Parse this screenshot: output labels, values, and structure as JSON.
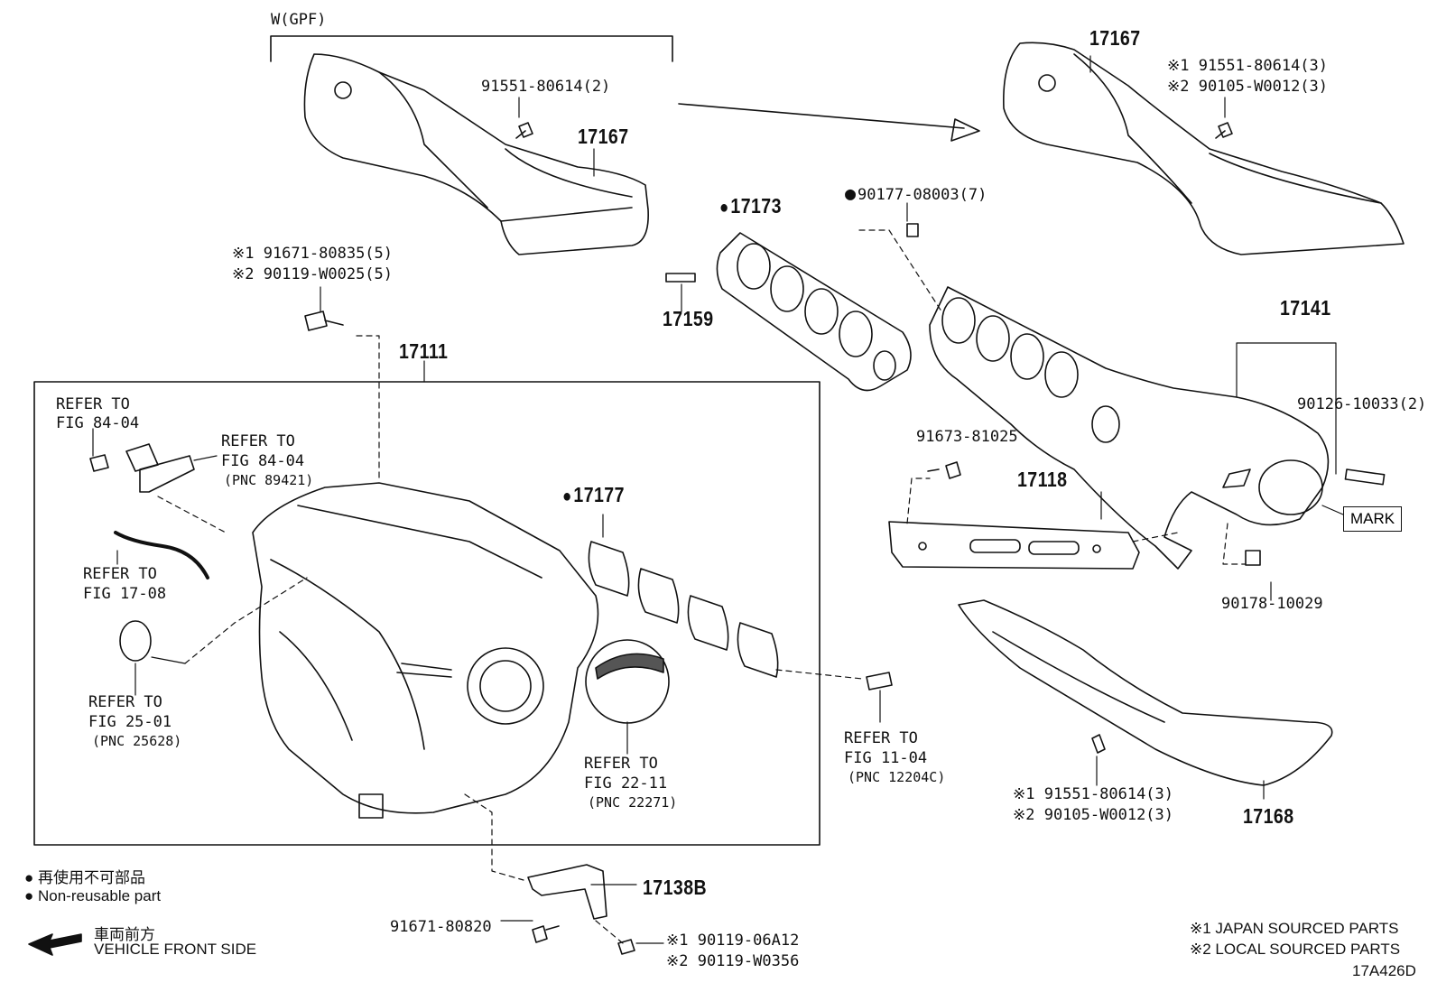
{
  "labels": {
    "w_gpf": "W(GPF)",
    "p17167_left": "17167",
    "bolt_91551_2": "91551-80614(2)",
    "p17167_right": "17167",
    "r_91551_3": "※1 91551-80614(3)",
    "r_90105_3": "※2 90105-W0012(3)",
    "p17173": "17173",
    "nut_90177": "90177-08003(7)",
    "p17159": "17159",
    "bolt_91671_5": "※1 91671-80835(5)",
    "bolt_90119_5": "※2 90119-W0025(5)",
    "p17111": "17111",
    "p17141": "17141",
    "stud_90126": "90126-10033(2)",
    "bolt_91673": "91673-81025",
    "p17118": "17118",
    "mark": "MARK",
    "nut_90178": "90178-10029",
    "refer_84_04_a1": "REFER TO",
    "refer_84_04_a2": "FIG 84-04",
    "refer_84_04_b1": "REFER TO",
    "refer_84_04_b2": "FIG 84-04",
    "refer_84_04_b3": "(PNC 89421)",
    "p17177": "17177",
    "refer_17_08_1": "REFER TO",
    "refer_17_08_2": "FIG 17-08",
    "refer_25_01_1": "REFER TO",
    "refer_25_01_2": "FIG 25-01",
    "refer_25_01_3": "(PNC 25628)",
    "refer_22_11_1": "REFER TO",
    "refer_22_11_2": "FIG 22-11",
    "refer_22_11_3": "(PNC 22271)",
    "refer_11_04_1": "REFER TO",
    "refer_11_04_2": "FIG 11-04",
    "refer_11_04_3": "(PNC 12204C)",
    "b_91551_3": "※1 91551-80614(3)",
    "b_90105_3": "※2 90105-W0012(3)",
    "p17168": "17168",
    "p17138b": "17138B",
    "bolt_91671_80820": "91671-80820",
    "b_90119_06a12": "※1 90119-06A12",
    "b_90119_w0356": "※2 90119-W0356"
  },
  "legend": {
    "nonreusable_jp": "再使用不可部品",
    "nonreusable_en": "Non-reusable part",
    "front_jp": "車両前方",
    "front_en": "VEHICLE FRONT SIDE"
  },
  "footnotes": {
    "japan": "※1 JAPAN SOURCED PARTS",
    "local": "※2 LOCAL SOURCED PARTS",
    "code": "17A426D"
  }
}
